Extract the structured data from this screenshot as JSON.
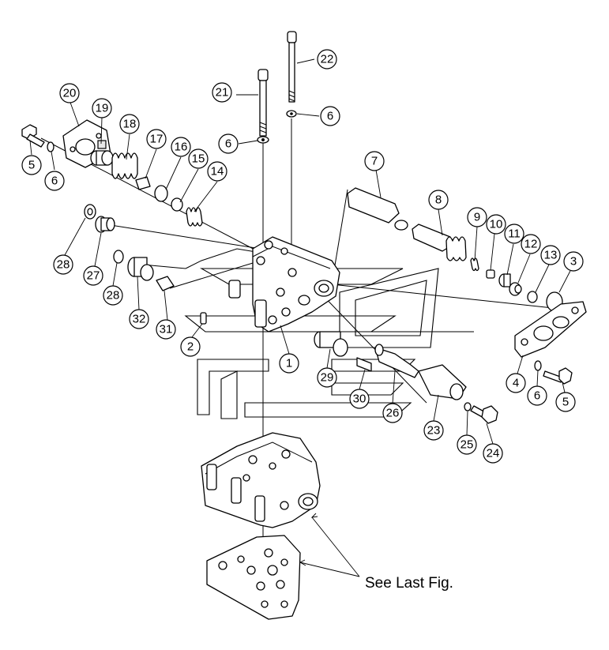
{
  "diagram": {
    "callouts": [
      {
        "id": "c5a",
        "label": "5"
      },
      {
        "id": "c6a",
        "label": "6"
      },
      {
        "id": "c20",
        "label": "20"
      },
      {
        "id": "c19",
        "label": "19"
      },
      {
        "id": "c18",
        "label": "18"
      },
      {
        "id": "c17",
        "label": "17"
      },
      {
        "id": "c16",
        "label": "16"
      },
      {
        "id": "c15",
        "label": "15"
      },
      {
        "id": "c14",
        "label": "14"
      },
      {
        "id": "c21",
        "label": "21"
      },
      {
        "id": "c22",
        "label": "22"
      },
      {
        "id": "c6b",
        "label": "6"
      },
      {
        "id": "c6c",
        "label": "6"
      },
      {
        "id": "c7",
        "label": "7"
      },
      {
        "id": "c8",
        "label": "8"
      },
      {
        "id": "c9",
        "label": "9"
      },
      {
        "id": "c10",
        "label": "10"
      },
      {
        "id": "c11",
        "label": "11"
      },
      {
        "id": "c12",
        "label": "12"
      },
      {
        "id": "c13",
        "label": "13"
      },
      {
        "id": "c3",
        "label": "3"
      },
      {
        "id": "c28a",
        "label": "28"
      },
      {
        "id": "c27",
        "label": "27"
      },
      {
        "id": "c28b",
        "label": "28"
      },
      {
        "id": "c32",
        "label": "32"
      },
      {
        "id": "c31",
        "label": "31"
      },
      {
        "id": "c2",
        "label": "2"
      },
      {
        "id": "c1",
        "label": "1"
      },
      {
        "id": "c29",
        "label": "29"
      },
      {
        "id": "c30",
        "label": "30"
      },
      {
        "id": "c26",
        "label": "26"
      },
      {
        "id": "c23",
        "label": "23"
      },
      {
        "id": "c25",
        "label": "25"
      },
      {
        "id": "c24",
        "label": "24"
      },
      {
        "id": "c4",
        "label": "4"
      },
      {
        "id": "c6d",
        "label": "6"
      },
      {
        "id": "c5b",
        "label": "5"
      }
    ],
    "note": "See Last Fig."
  }
}
